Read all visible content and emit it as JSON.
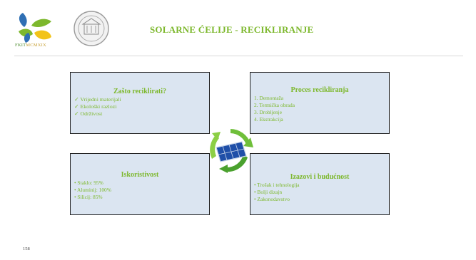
{
  "header": {
    "logo_text_a": "FKIT",
    "logo_text_b": "MCMXIX",
    "title": "SOLARNE ĆELIJE - RECIKLIRANJE"
  },
  "boxes": {
    "top_left": {
      "title": "Zašto reciklirati?",
      "items": [
        "✓ Vrijedni materijali",
        "✓ Ekološki razlozi",
        "✓ Održivost"
      ]
    },
    "top_right": {
      "title": "Proces recikliranja",
      "items": [
        "1. Demontaža",
        "2. Termička obrada",
        "3. Drobljenje",
        "4. Ekstrakcija"
      ]
    },
    "bottom_left": {
      "title": "Iskoristivost",
      "items": [
        "• Staklo: 95%",
        "• Aluminij: 100%",
        "• Silicij: 85%"
      ]
    },
    "bottom_right": {
      "title": "Izazovi i budućnost",
      "items": [
        "• Trošak i tehnologija",
        "• Bolji dizajn",
        "• Zakonodavstvo"
      ]
    }
  },
  "footer": {
    "page_number": "158"
  },
  "colors": {
    "accent_green": "#7db82d",
    "box_fill": "#dbe5f1"
  },
  "icons": {
    "center": "recycling-solar-panel-icon",
    "logo": "fkit-logo-icon",
    "seal": "university-seal-icon"
  }
}
